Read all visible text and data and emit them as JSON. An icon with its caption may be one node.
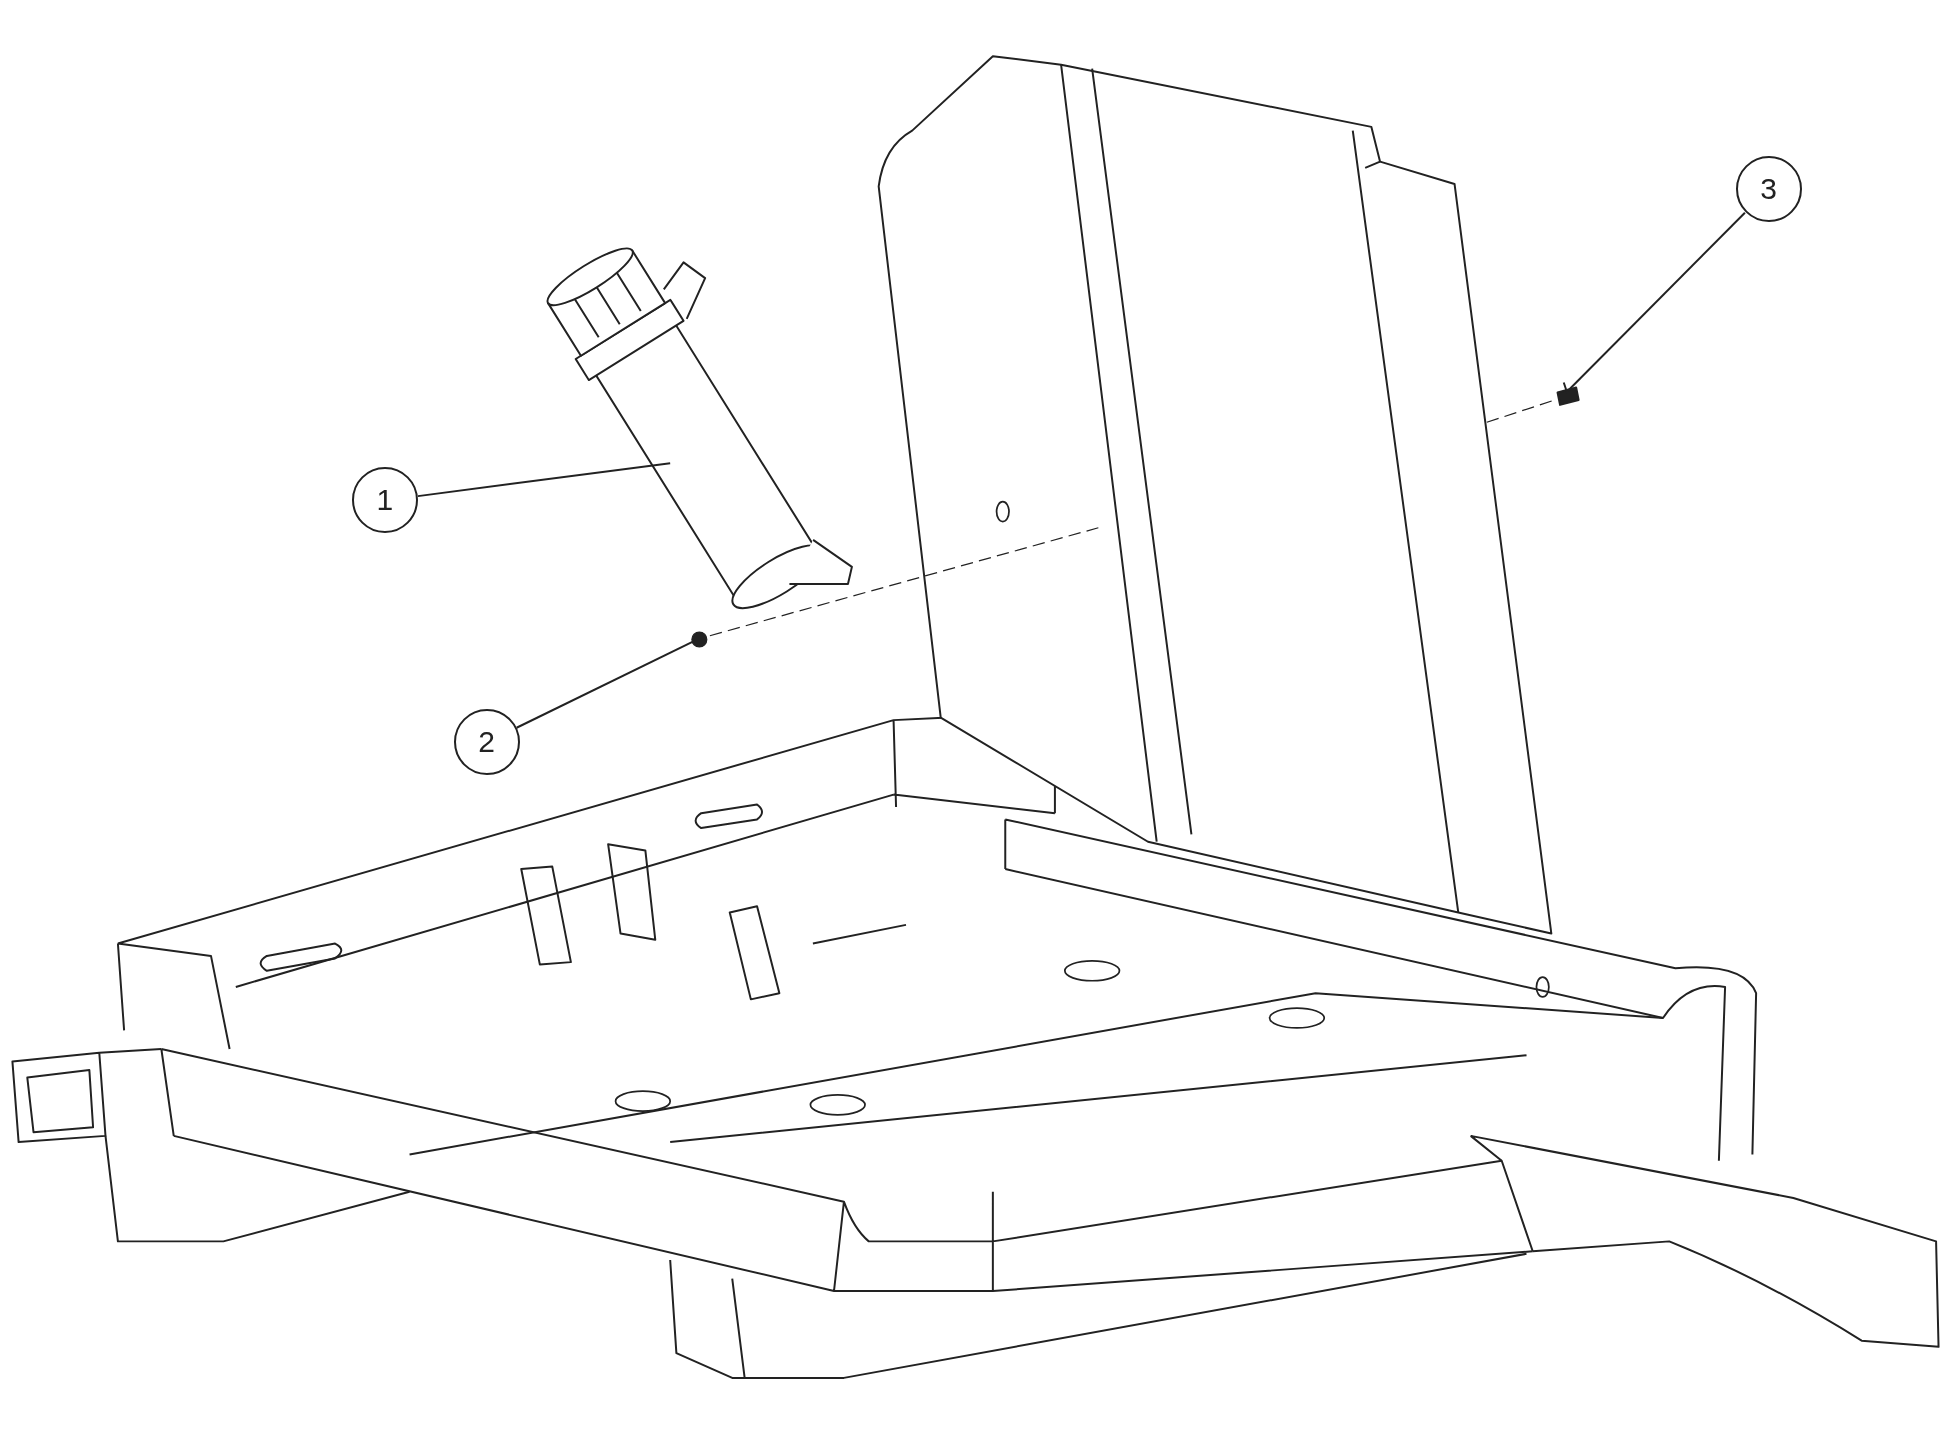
{
  "diagram": {
    "nodes": [
      {
        "text": [
          "1"
        ]
      },
      {
        "text": [],
        "shape": "picture"
      },
      {
        "text": [
          "2"
        ]
      },
      {
        "text": [],
        "shape": "circle"
      },
      {
        "text": [
          "3"
        ]
      },
      {
        "text": [],
        "shape": "picture"
      }
    ],
    "edges": [
      {
        "from": 0,
        "to": 1,
        "arrow": "none"
      },
      {
        "from": 2,
        "to": 3,
        "arrow": "none"
      },
      {
        "from": 4,
        "to": 5,
        "arrow": "none"
      }
    ]
  }
}
